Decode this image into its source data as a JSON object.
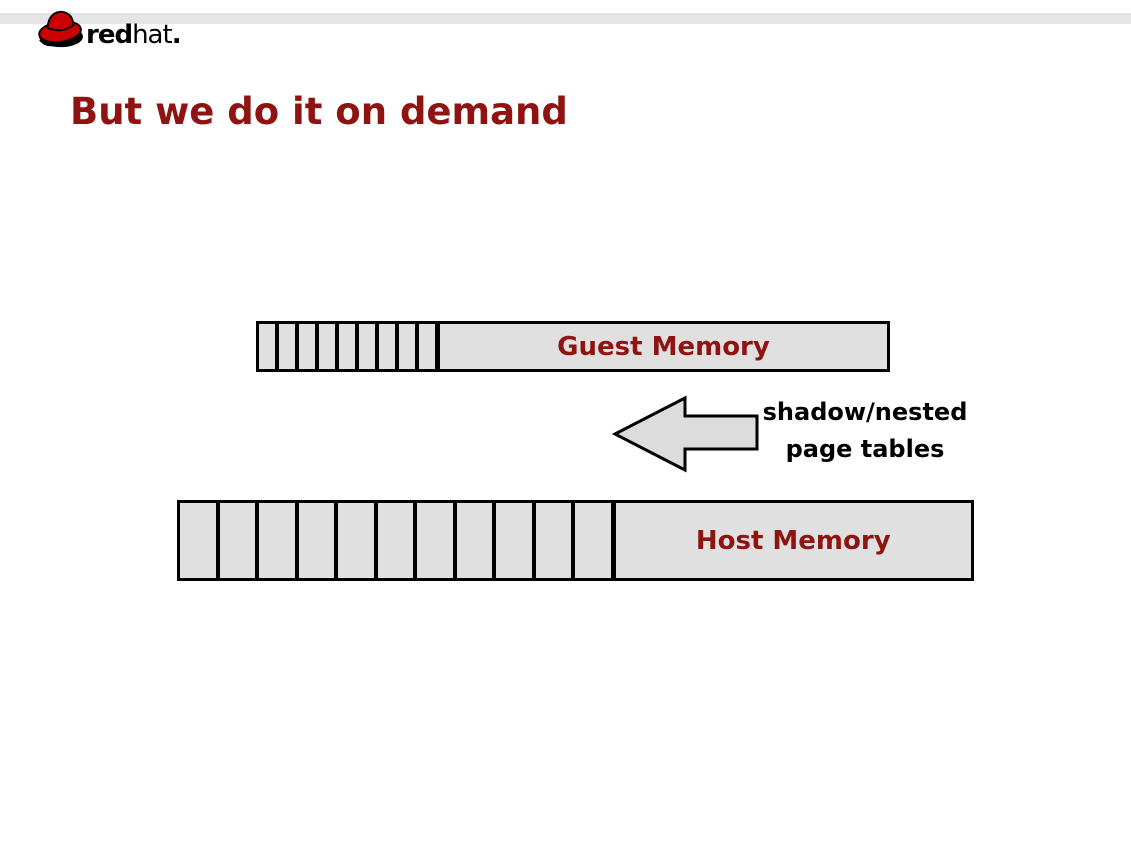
{
  "brand": {
    "logo_bold": "red",
    "logo_light": "hat",
    "logo_period": "."
  },
  "slide": {
    "title": "But we do it on demand"
  },
  "diagram": {
    "guest_memory": {
      "label": "Guest Memory",
      "allocated_cells": 9
    },
    "host_memory": {
      "label": "Host Memory",
      "allocated_cells": 11
    },
    "mapping_arrow": {
      "direction": "left",
      "label_line1": "shadow/nested",
      "label_line2": "page tables"
    }
  },
  "colors": {
    "accent_red": "#8f1311",
    "bar_fill": "#e0e0e0",
    "top_band": "#e5e5e5",
    "outline": "#000000",
    "logo_red": "#cc0000"
  }
}
